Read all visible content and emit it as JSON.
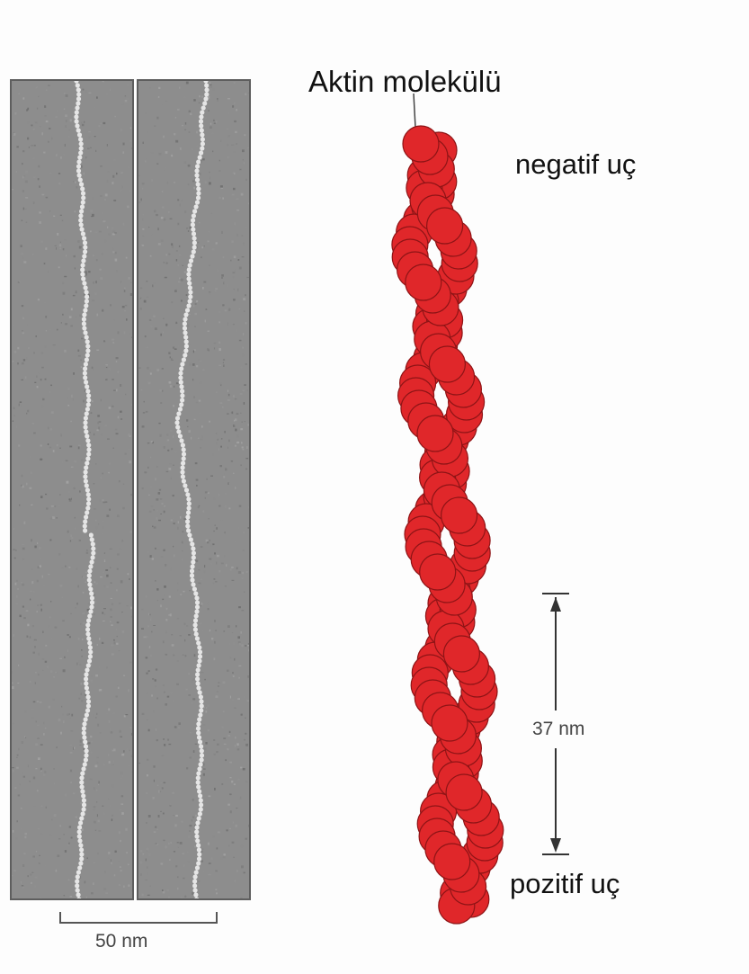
{
  "labels": {
    "molecule": "Aktin molekülü",
    "negative_end": "negatif uç",
    "positive_end": "pozitif uç",
    "repeat_length": "37 nm",
    "scale_bar": "50 nm"
  },
  "colors": {
    "actin": "#e0272a",
    "actin_edge": "#8e1416",
    "micrograph_bg": "#8d8d8d",
    "filament_highlight": "#eeeeee"
  }
}
